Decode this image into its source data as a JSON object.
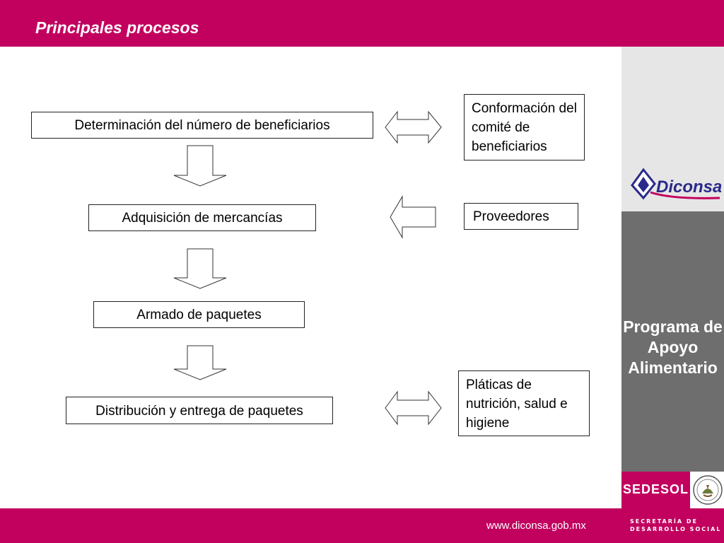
{
  "header": {
    "title": "Principales procesos"
  },
  "process_steps": [
    {
      "label": "Determinación del número de beneficiarios"
    },
    {
      "label": "Adquisición de mercancías"
    },
    {
      "label": "Armado de paquetes"
    },
    {
      "label": "Distribución y entrega de paquetes"
    }
  ],
  "side_boxes": [
    {
      "label": "Conformación del comité de beneficiarios"
    },
    {
      "label": "Proveedores"
    },
    {
      "label": "Pláticas de nutrición, salud e higiene"
    }
  ],
  "sidebar": {
    "program_label": "Programa de Apoyo Alimentario",
    "brand_logo": "Diconsa",
    "agency_logo": "SEDESOL",
    "agency_full": "SECRETARÍA DE DESARROLLO SOCIAL"
  },
  "footer": {
    "url": "www.diconsa.gob.mx"
  },
  "colors": {
    "brand": "#c2015f",
    "sidebar_gray": "#6e6e6e",
    "sidebar_light": "#e6e6e6"
  },
  "icons": {
    "down_arrow": "down-arrow-icon",
    "double_arrow": "double-arrow-icon",
    "left_arrow": "left-arrow-icon",
    "seal": "mexico-seal-icon"
  }
}
